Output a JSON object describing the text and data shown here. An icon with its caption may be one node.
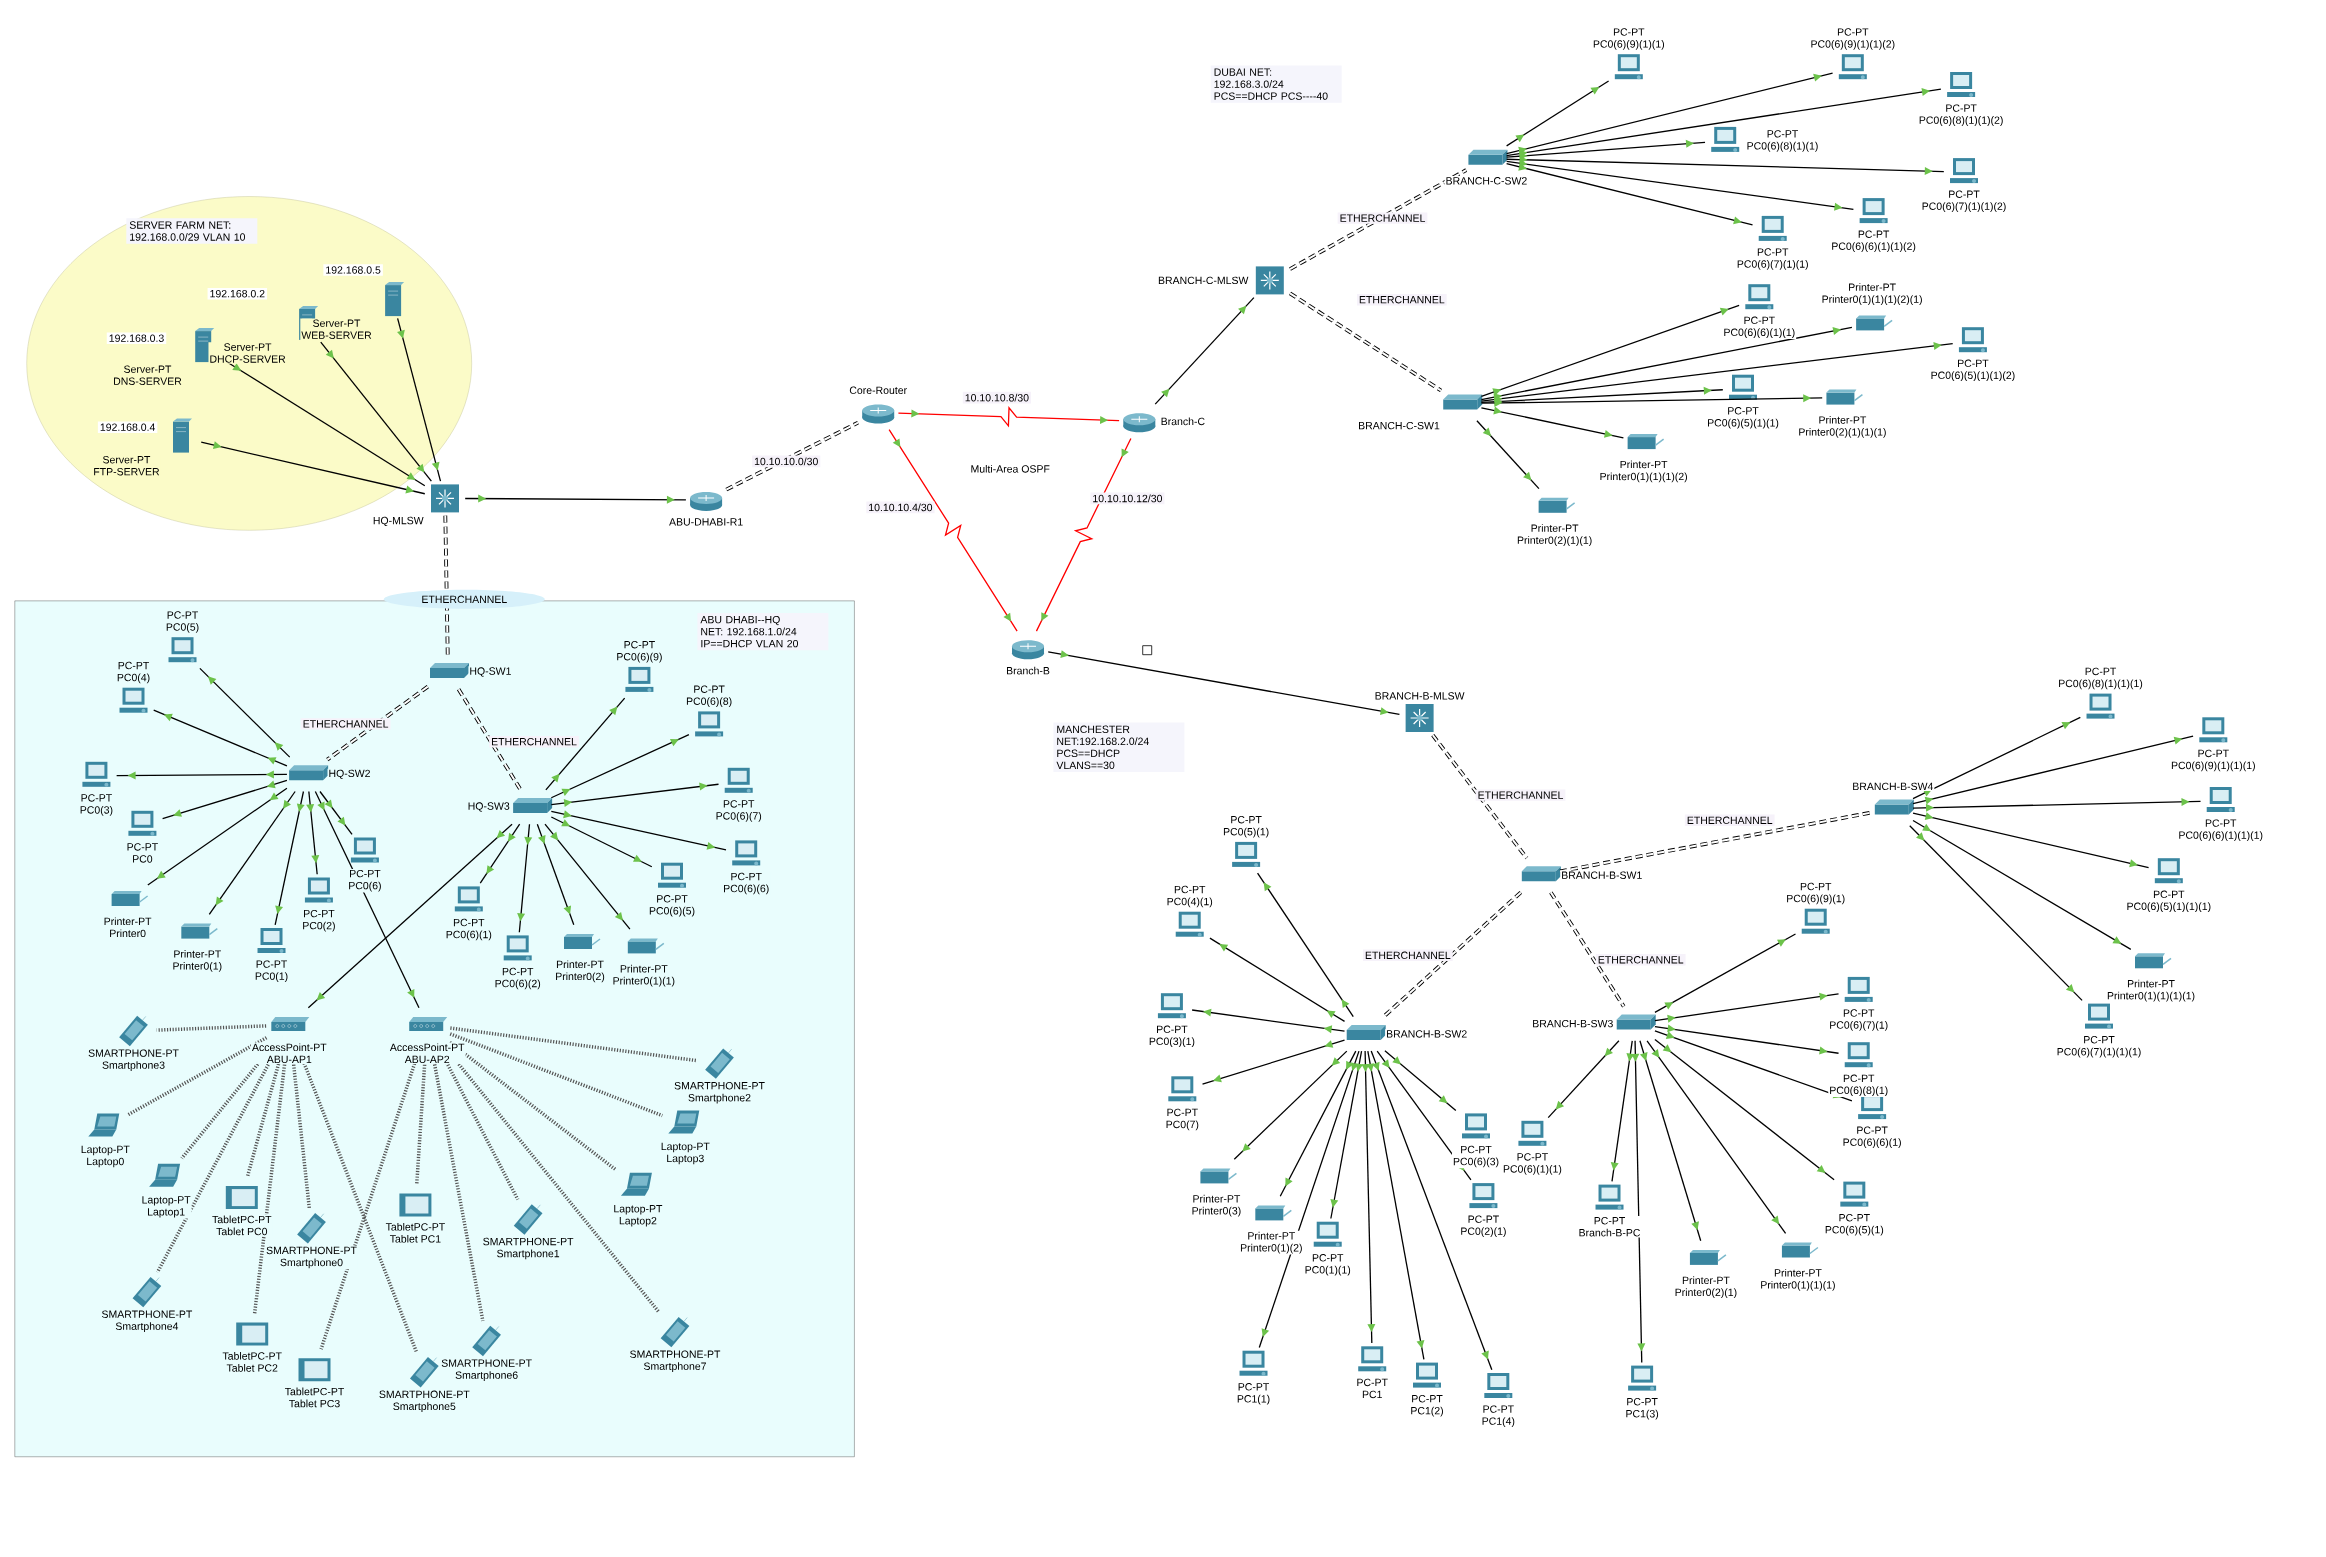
{
  "diagram": {
    "nodes": [
      {
        "text": [],
        "shape": "ellipse"
      },
      {
        "text": [
          "SERVER FARM NET: 192.168.0.0/29 VLAN 10"
        ],
        "in": 0
      },
      {
        "text": [
          "192.168.0.3",
          "Server-PT",
          "DNS-SERVER"
        ],
        "in": 0
      },
      {
        "text": [
          "192.168.0.2",
          "Server-PT",
          "DHCP-SERVER"
        ],
        "in": 0
      },
      {
        "text": [
          "192.168.0.5",
          "Server-PT",
          "WEB-SERVER"
        ],
        "in": 0
      },
      {
        "text": [
          "192.168.0.4",
          "Server-PT",
          "FTP-SERVER"
        ],
        "in": 0
      },
      {
        "text": [
          "HQ-MLSW"
        ]
      },
      {
        "text": [
          "ABU-DHABI-R1"
        ]
      },
      {
        "text": [
          "Core-Router"
        ]
      },
      {
        "text": [
          "Branch-C"
        ]
      },
      {
        "text": [
          "Branch-B"
        ]
      },
      {
        "text": [
          "DUBAI NET: 192.168.3.0/24 PCS==DHCP PCS----40"
        ]
      },
      {
        "text": [
          "BRANCH-C-MLSW"
        ]
      },
      {
        "text": [
          "BRANCH-C-SW2"
        ]
      },
      {
        "text": [
          "BRANCH-C-SW1"
        ]
      },
      {
        "text": [
          "PC-PT",
          "PC0(6)(9)(1)(1)"
        ]
      },
      {
        "text": [
          "PC-PT",
          "PC0(6)(9)(1)(1)(2)"
        ]
      },
      {
        "text": [
          "PC-PT",
          "PC0(6)(8)(1)(1)(2)"
        ]
      },
      {
        "text": [
          "PC-PT",
          "PC0(6)(8)(1)(1)"
        ]
      },
      {
        "text": [
          "PC-PT",
          "PC0(6)(7)(1)(1)(2)"
        ]
      },
      {
        "text": [
          "PC-PT",
          "PC0(6)(6)(1)(1)(2)"
        ]
      },
      {
        "text": [
          "PC-PT",
          "PC0(6)(7)(1)(1)"
        ]
      },
      {
        "text": [
          "PC-PT",
          "PC0(6)(6)(1)(1)"
        ]
      },
      {
        "text": [
          "Printer-PT",
          "Printer0(1)(1)(1)(2)(1)"
        ]
      },
      {
        "text": [
          "PC-PT",
          "PC0(6)(5)(1)(1)(2)"
        ]
      },
      {
        "text": [
          "PC-PT",
          "PC0(6)(5)(1)(1)"
        ]
      },
      {
        "text": [
          "Printer-PT",
          "Printer0(2)(1)(1)(1)"
        ]
      },
      {
        "text": [
          "Printer-PT",
          "Printer0(1)(1)(1)(2)"
        ]
      },
      {
        "text": [
          "Printer-PT",
          "Printer0(2)(1)(1)"
        ]
      },
      {
        "text": [],
        "shape": "box"
      },
      {
        "text": [
          "ABU DHABI--HQ NET: 192.168.1.0/24 IP==DHCP VLAN 20"
        ],
        "in": 29
      },
      {
        "text": [
          "HQ-SW1"
        ],
        "in": 29
      },
      {
        "text": [
          "HQ-SW2"
        ],
        "in": 29
      },
      {
        "text": [
          "HQ-SW3"
        ],
        "in": 29
      },
      {
        "text": [
          "PC-PT",
          "PC0(5)"
        ],
        "in": 29
      },
      {
        "text": [
          "PC-PT",
          "PC0(4)"
        ],
        "in": 29
      },
      {
        "text": [
          "PC-PT",
          "PC0(3)"
        ],
        "in": 29
      },
      {
        "text": [
          "PC-PT",
          "PC0"
        ],
        "in": 29
      },
      {
        "text": [
          "Printer-PT",
          "Printer0"
        ],
        "in": 29
      },
      {
        "text": [
          "Printer-PT",
          "Printer0(1)"
        ],
        "in": 29
      },
      {
        "text": [
          "PC-PT",
          "PC0(1)"
        ],
        "in": 29
      },
      {
        "text": [
          "PC-PT",
          "PC0(2)"
        ],
        "in": 29
      },
      {
        "text": [
          "PC-PT",
          "PC0(6)"
        ],
        "in": 29
      },
      {
        "text": [
          "PC-PT",
          "PC0(6)(9)"
        ],
        "in": 29
      },
      {
        "text": [
          "PC-PT",
          "PC0(6)(8)"
        ],
        "in": 29
      },
      {
        "text": [
          "PC-PT",
          "PC0(6)(7)"
        ],
        "in": 29
      },
      {
        "text": [
          "PC-PT",
          "PC0(6)(6)"
        ],
        "in": 29
      },
      {
        "text": [
          "PC-PT",
          "PC0(6)(5)"
        ],
        "in": 29
      },
      {
        "text": [
          "PC-PT",
          "PC0(6)(1)"
        ],
        "in": 29
      },
      {
        "text": [
          "PC-PT",
          "PC0(6)(2)"
        ],
        "in": 29
      },
      {
        "text": [
          "Printer-PT",
          "Printer0(2)"
        ],
        "in": 29
      },
      {
        "text": [
          "Printer-PT",
          "Printer0(1)(1)"
        ],
        "in": 29
      },
      {
        "text": [
          "AccessPoint-PT",
          "ABU-AP1"
        ],
        "in": 29
      },
      {
        "text": [
          "AccessPoint-PT",
          "ABU-AP2"
        ],
        "in": 29
      },
      {
        "text": [
          "SMARTPHONE-PT",
          "Smartphone3"
        ],
        "in": 29
      },
      {
        "text": [
          "Laptop-PT",
          "Laptop0"
        ],
        "in": 29
      },
      {
        "text": [
          "Laptop-PT",
          "Laptop1"
        ],
        "in": 29
      },
      {
        "text": [
          "TabletPC-PT",
          "Tablet PC0"
        ],
        "in": 29
      },
      {
        "text": [
          "SMARTPHONE-PT",
          "Smartphone0"
        ],
        "in": 29
      },
      {
        "text": [
          "SMARTPHONE-PT",
          "Smartphone4"
        ],
        "in": 29
      },
      {
        "text": [
          "TabletPC-PT",
          "Tablet PC2"
        ],
        "in": 29
      },
      {
        "text": [
          "TabletPC-PT",
          "Tablet PC3"
        ],
        "in": 29
      },
      {
        "text": [
          "SMARTPHONE-PT",
          "Smartphone5"
        ],
        "in": 29
      },
      {
        "text": [
          "TabletPC-PT",
          "Tablet PC1"
        ],
        "in": 29
      },
      {
        "text": [
          "SMARTPHONE-PT",
          "Smartphone1"
        ],
        "in": 29
      },
      {
        "text": [
          "SMARTPHONE-PT",
          "Smartphone6"
        ],
        "in": 29
      },
      {
        "text": [
          "SMARTPHONE-PT",
          "Smartphone7"
        ],
        "in": 29
      },
      {
        "text": [
          "Laptop-PT",
          "Laptop2"
        ],
        "in": 29
      },
      {
        "text": [
          "Laptop-PT",
          "Laptop3"
        ],
        "in": 29
      },
      {
        "text": [
          "SMARTPHONE-PT",
          "Smartphone2"
        ],
        "in": 29
      },
      {
        "text": [
          "MANCHESTER NET:192.168.2.0/24 PCS==DHCP VLANS==30"
        ]
      },
      {
        "text": [
          "BRANCH-B-MLSW"
        ]
      },
      {
        "text": [
          "BRANCH-B-SW1"
        ]
      },
      {
        "text": [
          "BRANCH-B-SW4"
        ]
      },
      {
        "text": [
          "BRANCH-B-SW2"
        ]
      },
      {
        "text": [
          "BRANCH-B-SW3"
        ]
      },
      {
        "text": [
          "PC-PT",
          "PC0(6)(8)(1)(1)(1)"
        ]
      },
      {
        "text": [
          "PC-PT",
          "PC0(6)(9)(1)(1)(1)"
        ]
      },
      {
        "text": [
          "PC-PT",
          "PC0(6)(6)(1)(1)(1)"
        ]
      },
      {
        "text": [
          "PC-PT",
          "PC0(6)(5)(1)(1)(1)"
        ]
      },
      {
        "text": [
          "Printer-PT",
          "Printer0(1)(1)(1)(1)"
        ]
      },
      {
        "text": [
          "PC-PT",
          "PC0(6)(7)(1)(1)(1)"
        ]
      },
      {
        "text": [
          "PC-PT",
          "PC0(5)(1)"
        ]
      },
      {
        "text": [
          "PC-PT",
          "PC0(4)(1)"
        ]
      },
      {
        "text": [
          "PC-PT",
          "PC0(3)(1)"
        ]
      },
      {
        "text": [
          "PC-PT",
          "PC0(7)"
        ]
      },
      {
        "text": [
          "Printer-PT",
          "Printer0(3)"
        ]
      },
      {
        "text": [
          "Printer-PT",
          "Printer0(1)(2)"
        ]
      },
      {
        "text": [
          "PC-PT",
          "PC0(1)(1)"
        ]
      },
      {
        "text": [
          "PC-PT",
          "PC0(2)(1)"
        ]
      },
      {
        "text": [
          "PC-PT",
          "PC0(6)(3)"
        ]
      },
      {
        "text": [
          "PC-PT",
          "PC1(1)"
        ]
      },
      {
        "text": [
          "PC-PT",
          "PC1"
        ]
      },
      {
        "text": [
          "PC-PT",
          "PC1(2)"
        ]
      },
      {
        "text": [
          "PC-PT",
          "PC1(4)"
        ]
      },
      {
        "text": [
          "PC-PT",
          "PC0(6)(9)(1)"
        ]
      },
      {
        "text": [
          "PC-PT",
          "PC0(6)(7)(1)"
        ]
      },
      {
        "text": [
          "PC-PT",
          "PC0(6)(8)(1)"
        ]
      },
      {
        "text": [
          "PC-PT",
          "PC0(6)(6)(1)"
        ]
      },
      {
        "text": [
          "PC-PT",
          "PC0(6)(5)(1)"
        ]
      },
      {
        "text": [
          "Printer-PT",
          "Printer0(1)(1)(1)"
        ]
      },
      {
        "text": [
          "Printer-PT",
          "Printer0(2)(1)"
        ]
      },
      {
        "text": [
          "PC-PT",
          "Branch-B-PC"
        ]
      },
      {
        "text": [
          "PC-PT",
          "PC1(3)"
        ]
      },
      {
        "text": [
          "PC-PT",
          "PC0(6)(1)(1)"
        ]
      }
    ],
    "edges": [
      {
        "from": 2,
        "to": 6,
        "arrow": "none"
      },
      {
        "from": 3,
        "to": 6,
        "arrow": "none"
      },
      {
        "from": 4,
        "to": 6,
        "arrow": "none"
      },
      {
        "from": 5,
        "to": 6,
        "arrow": "none"
      },
      {
        "from": 6,
        "to": 7,
        "arrow": "none"
      },
      {
        "from": 7,
        "to": 8,
        "arrow": "none",
        "style": "dashed",
        "label": "10.10.10.0/30"
      },
      {
        "from": 8,
        "to": 9,
        "arrow": "none",
        "color": "#ff0000",
        "label": "10.10.10.8/30"
      },
      {
        "from": 8,
        "to": 10,
        "arrow": "none",
        "color": "#ff0000",
        "label": "10.10.10.4/30"
      },
      {
        "from": 9,
        "to": 10,
        "arrow": "none",
        "color": "#ff0000",
        "label": "10.10.10.12/30"
      },
      {
        "from": 9,
        "to": 12,
        "arrow": "none"
      },
      {
        "from": 12,
        "to": 13,
        "arrow": "none",
        "style": "dashed",
        "label": "ETHERCHANNEL"
      },
      {
        "from": 12,
        "to": 14,
        "arrow": "none",
        "style": "dashed",
        "label": "ETHERCHANNEL"
      },
      {
        "from": 13,
        "to": 15,
        "arrow": "none"
      },
      {
        "from": 13,
        "to": 16,
        "arrow": "none"
      },
      {
        "from": 13,
        "to": 17,
        "arrow": "none"
      },
      {
        "from": 13,
        "to": 18,
        "arrow": "none"
      },
      {
        "from": 13,
        "to": 19,
        "arrow": "none"
      },
      {
        "from": 13,
        "to": 20,
        "arrow": "none"
      },
      {
        "from": 13,
        "to": 21,
        "arrow": "none"
      },
      {
        "from": 14,
        "to": 22,
        "arrow": "none"
      },
      {
        "from": 14,
        "to": 23,
        "arrow": "none"
      },
      {
        "from": 14,
        "to": 24,
        "arrow": "none"
      },
      {
        "from": 14,
        "to": 25,
        "arrow": "none"
      },
      {
        "from": 14,
        "to": 26,
        "arrow": "none"
      },
      {
        "from": 14,
        "to": 27,
        "arrow": "none"
      },
      {
        "from": 14,
        "to": 28,
        "arrow": "none"
      },
      {
        "from": 6,
        "to": 31,
        "arrow": "none",
        "style": "dashed",
        "label": "ETHERCHANNEL"
      },
      {
        "from": 31,
        "to": 32,
        "arrow": "none",
        "style": "dashed",
        "label": "ETHERCHANNEL"
      },
      {
        "from": 31,
        "to": 33,
        "arrow": "none",
        "style": "dashed",
        "label": "ETHERCHANNEL"
      },
      {
        "from": 32,
        "to": 34,
        "arrow": "none"
      },
      {
        "from": 32,
        "to": 35,
        "arrow": "none"
      },
      {
        "from": 32,
        "to": 36,
        "arrow": "none"
      },
      {
        "from": 32,
        "to": 37,
        "arrow": "none"
      },
      {
        "from": 32,
        "to": 38,
        "arrow": "none"
      },
      {
        "from": 32,
        "to": 39,
        "arrow": "none"
      },
      {
        "from": 32,
        "to": 40,
        "arrow": "none"
      },
      {
        "from": 32,
        "to": 41,
        "arrow": "none"
      },
      {
        "from": 32,
        "to": 42,
        "arrow": "none"
      },
      {
        "from": 33,
        "to": 43,
        "arrow": "none"
      },
      {
        "from": 33,
        "to": 44,
        "arrow": "none"
      },
      {
        "from": 33,
        "to": 45,
        "arrow": "none"
      },
      {
        "from": 33,
        "to": 46,
        "arrow": "none"
      },
      {
        "from": 33,
        "to": 47,
        "arrow": "none"
      },
      {
        "from": 33,
        "to": 48,
        "arrow": "none"
      },
      {
        "from": 33,
        "to": 49,
        "arrow": "none"
      },
      {
        "from": 33,
        "to": 50,
        "arrow": "none"
      },
      {
        "from": 33,
        "to": 51,
        "arrow": "none"
      },
      {
        "from": 33,
        "to": 52,
        "arrow": "none"
      },
      {
        "from": 32,
        "to": 53,
        "arrow": "none"
      },
      {
        "from": 52,
        "to": 54,
        "arrow": "none",
        "style": "dashed",
        "color": "#555555"
      },
      {
        "from": 52,
        "to": 55,
        "arrow": "none",
        "style": "dashed",
        "color": "#555555"
      },
      {
        "from": 52,
        "to": 56,
        "arrow": "none",
        "style": "dashed",
        "color": "#555555"
      },
      {
        "from": 52,
        "to": 57,
        "arrow": "none",
        "style": "dashed",
        "color": "#555555"
      },
      {
        "from": 52,
        "to": 58,
        "arrow": "none",
        "style": "dashed",
        "color": "#555555"
      },
      {
        "from": 52,
        "to": 59,
        "arrow": "none",
        "style": "dashed",
        "color": "#555555"
      },
      {
        "from": 52,
        "to": 60,
        "arrow": "none",
        "style": "dashed",
        "color": "#555555"
      },
      {
        "from": 52,
        "to": 62,
        "arrow": "none",
        "style": "dashed",
        "color": "#555555"
      },
      {
        "from": 53,
        "to": 61,
        "arrow": "none",
        "style": "dashed",
        "color": "#555555"
      },
      {
        "from": 53,
        "to": 63,
        "arrow": "none",
        "style": "dashed",
        "color": "#555555"
      },
      {
        "from": 53,
        "to": 64,
        "arrow": "none",
        "style": "dashed",
        "color": "#555555"
      },
      {
        "from": 53,
        "to": 65,
        "arrow": "none",
        "style": "dashed",
        "color": "#555555"
      },
      {
        "from": 53,
        "to": 66,
        "arrow": "none",
        "style": "dashed",
        "color": "#555555"
      },
      {
        "from": 53,
        "to": 67,
        "arrow": "none",
        "style": "dashed",
        "color": "#555555"
      },
      {
        "from": 53,
        "to": 68,
        "arrow": "none",
        "style": "dashed",
        "color": "#555555"
      },
      {
        "from": 53,
        "to": 69,
        "arrow": "none",
        "style": "dashed",
        "color": "#555555"
      },
      {
        "from": 10,
        "to": 71,
        "arrow": "none"
      },
      {
        "from": 71,
        "to": 72,
        "arrow": "none",
        "style": "dashed",
        "label": "ETHERCHANNEL"
      },
      {
        "from": 72,
        "to": 73,
        "arrow": "none",
        "style": "dashed",
        "label": "ETHERCHANNEL"
      },
      {
        "from": 72,
        "to": 74,
        "arrow": "none",
        "style": "dashed",
        "label": "ETHERCHANNEL"
      },
      {
        "from": 72,
        "to": 75,
        "arrow": "none",
        "style": "dashed",
        "label": "ETHERCHANNEL"
      },
      {
        "from": 73,
        "to": 76,
        "arrow": "none"
      },
      {
        "from": 73,
        "to": 77,
        "arrow": "none"
      },
      {
        "from": 73,
        "to": 78,
        "arrow": "none"
      },
      {
        "from": 73,
        "to": 79,
        "arrow": "none"
      },
      {
        "from": 73,
        "to": 80,
        "arrow": "none"
      },
      {
        "from": 73,
        "to": 81,
        "arrow": "none"
      },
      {
        "from": 74,
        "to": 82,
        "arrow": "none"
      },
      {
        "from": 74,
        "to": 83,
        "arrow": "none"
      },
      {
        "from": 74,
        "to": 84,
        "arrow": "none"
      },
      {
        "from": 74,
        "to": 85,
        "arrow": "none"
      },
      {
        "from": 74,
        "to": 86,
        "arrow": "none"
      },
      {
        "from": 74,
        "to": 87,
        "arrow": "none"
      },
      {
        "from": 74,
        "to": 88,
        "arrow": "none"
      },
      {
        "from": 74,
        "to": 89,
        "arrow": "none"
      },
      {
        "from": 74,
        "to": 90,
        "arrow": "none"
      },
      {
        "from": 74,
        "to": 91,
        "arrow": "none"
      },
      {
        "from": 74,
        "to": 92,
        "arrow": "none"
      },
      {
        "from": 74,
        "to": 93,
        "arrow": "none"
      },
      {
        "from": 74,
        "to": 94,
        "arrow": "none"
      },
      {
        "from": 75,
        "to": 95,
        "arrow": "none"
      },
      {
        "from": 75,
        "to": 96,
        "arrow": "none"
      },
      {
        "from": 75,
        "to": 97,
        "arrow": "none"
      },
      {
        "from": 75,
        "to": 98,
        "arrow": "none"
      },
      {
        "from": 75,
        "to": 99,
        "arrow": "none"
      },
      {
        "from": 75,
        "to": 100,
        "arrow": "none"
      },
      {
        "from": 75,
        "to": 101,
        "arrow": "none"
      },
      {
        "from": 75,
        "to": 102,
        "arrow": "none"
      },
      {
        "from": 75,
        "to": 103,
        "arrow": "none"
      },
      {
        "from": 75,
        "to": 104,
        "arrow": "none"
      }
    ],
    "labels": [
      "Multi-Area OSPF"
    ]
  }
}
